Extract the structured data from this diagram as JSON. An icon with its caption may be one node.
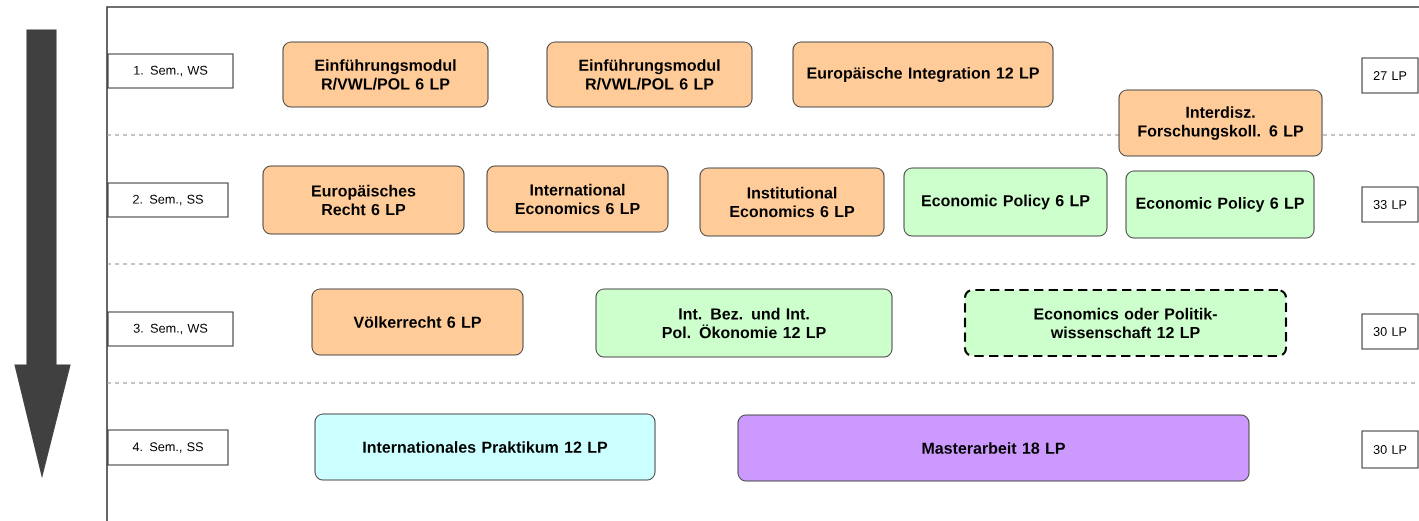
{
  "diagram": {
    "nodes": [
      {
        "text": [
          "1. Sem., WS"
        ]
      },
      {
        "text": [
          "Einführungsmodul R/VWL/POL 6 LP"
        ]
      },
      {
        "text": [
          "Einführungsmodul R/VWL/POL 6 LP"
        ]
      },
      {
        "text": [
          "Europäische Integration 12 LP"
        ]
      },
      {
        "text": [
          "Interdisz. Forschungskoll. 6 LP"
        ]
      },
      {
        "text": [
          "27 LP"
        ]
      },
      {
        "text": [
          "2. Sem., SS"
        ]
      },
      {
        "text": [
          "Europäisches Recht 6 LP"
        ]
      },
      {
        "text": [
          "International Economics 6 LP"
        ]
      },
      {
        "text": [
          "Institutional Economics 6 LP"
        ]
      },
      {
        "text": [
          "Economic Policy 6 LP"
        ]
      },
      {
        "text": [
          "Economic Policy 6 LP"
        ]
      },
      {
        "text": [
          "33 LP"
        ]
      },
      {
        "text": [
          "3. Sem., WS"
        ]
      },
      {
        "text": [
          "Völkerrecht 6 LP"
        ]
      },
      {
        "text": [
          "Int. Bez. und Int. Pol. Ökonomie 12 LP"
        ]
      },
      {
        "text": [
          "Economics oder Politik-wissenschaft 12 LP"
        ]
      },
      {
        "text": [
          "30 LP"
        ]
      },
      {
        "text": [
          "4. Sem., SS"
        ]
      },
      {
        "text": [
          "Internationales Praktikum 12 LP"
        ]
      },
      {
        "text": [
          "Masterarbeit 18 LP"
        ]
      },
      {
        "text": [
          "30 LP"
        ]
      }
    ]
  }
}
